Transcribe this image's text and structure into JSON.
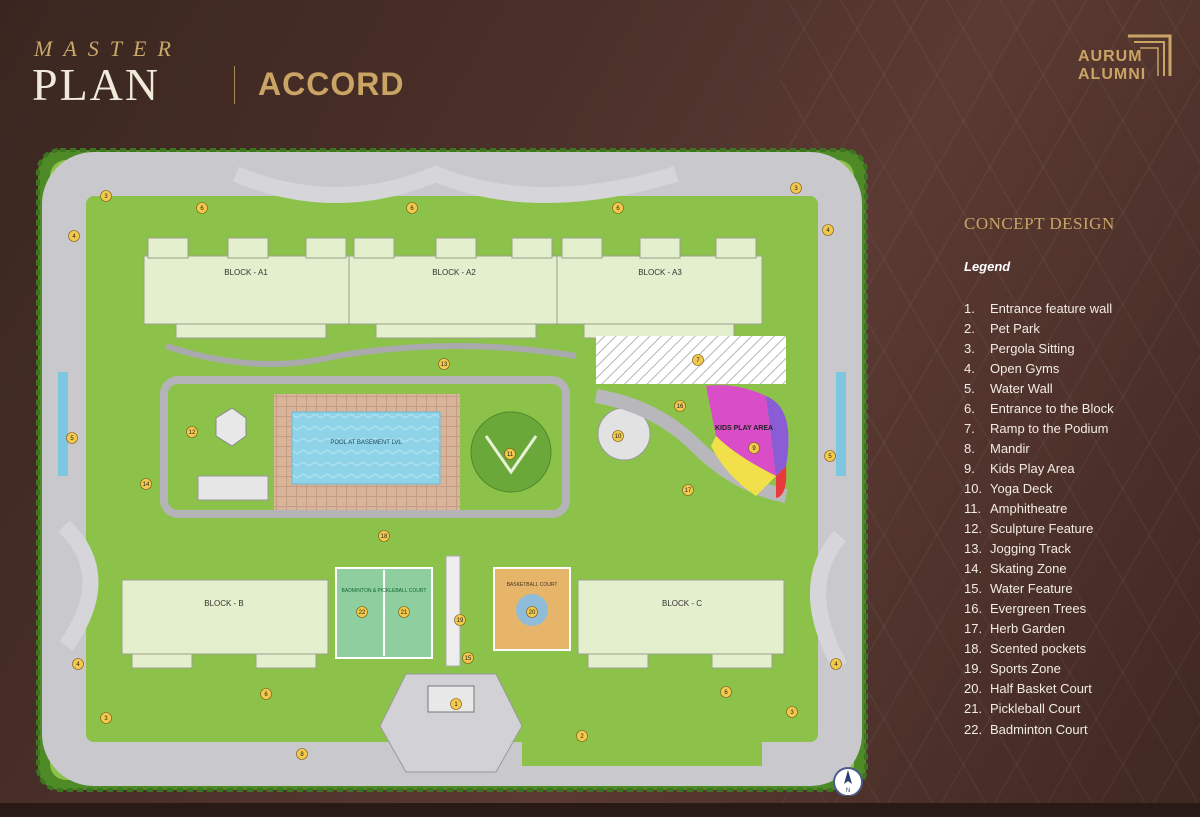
{
  "header": {
    "title_top": "MASTER",
    "title_main": "PLAN",
    "project": "ACCORD",
    "brand_line1": "AURUM",
    "brand_line2": "ALUMNI"
  },
  "legend": {
    "concept": "CONCEPT DESIGN",
    "title": "Legend",
    "items": [
      {
        "num": "1.",
        "label": "Entrance feature wall"
      },
      {
        "num": "2.",
        "label": "Pet Park"
      },
      {
        "num": "3.",
        "label": "Pergola Sitting"
      },
      {
        "num": "4.",
        "label": "Open Gyms"
      },
      {
        "num": "5.",
        "label": "Water Wall"
      },
      {
        "num": "6.",
        "label": "Entrance to the Block"
      },
      {
        "num": "7.",
        "label": "Ramp to the Podium"
      },
      {
        "num": "8.",
        "label": "Mandir"
      },
      {
        "num": "9.",
        "label": "Kids Play Area"
      },
      {
        "num": "10.",
        "label": "Yoga Deck"
      },
      {
        "num": "11.",
        "label": "Amphitheatre"
      },
      {
        "num": "12.",
        "label": "Sculpture Feature"
      },
      {
        "num": "13.",
        "label": "Jogging Track"
      },
      {
        "num": "14.",
        "label": "Skating Zone"
      },
      {
        "num": "15.",
        "label": "Water Feature"
      },
      {
        "num": "16.",
        "label": "Evergreen Trees"
      },
      {
        "num": "17.",
        "label": "Herb Garden"
      },
      {
        "num": "18.",
        "label": "Scented pockets"
      },
      {
        "num": "19.",
        "label": "Sports Zone"
      },
      {
        "num": "20.",
        "label": "Half Basket Court"
      },
      {
        "num": "21.",
        "label": "Pickleball Court"
      },
      {
        "num": "22.",
        "label": "Badminton Court"
      }
    ]
  },
  "plan": {
    "blocks": {
      "a1": "BLOCK - A1",
      "a2": "BLOCK - A2",
      "a3": "BLOCK - A3",
      "b": "BLOCK - B",
      "c": "BLOCK - C"
    },
    "pool": "POOL AT BASEMENT LVL",
    "kids": "KIDS PLAY AREA",
    "badminton": "BADMINTON & PICKLEBALL COURT",
    "basketball": "BASKETBALL COURT",
    "compass": "N",
    "markers": [
      "1",
      "2",
      "3",
      "3",
      "3",
      "3",
      "4",
      "4",
      "4",
      "4",
      "5",
      "5",
      "6",
      "6",
      "6",
      "6",
      "6",
      "7",
      "8",
      "9",
      "10",
      "11",
      "12",
      "13",
      "14",
      "15",
      "16",
      "17",
      "18",
      "19",
      "20",
      "21",
      "22"
    ]
  },
  "colors": {
    "accent_gold": "#c9a464",
    "lawn": "#8cc24a",
    "dark_lawn": "#5d9a2c",
    "building": "#e4efcd",
    "road": "#c8c8cc",
    "marker": "#f2c94c"
  }
}
